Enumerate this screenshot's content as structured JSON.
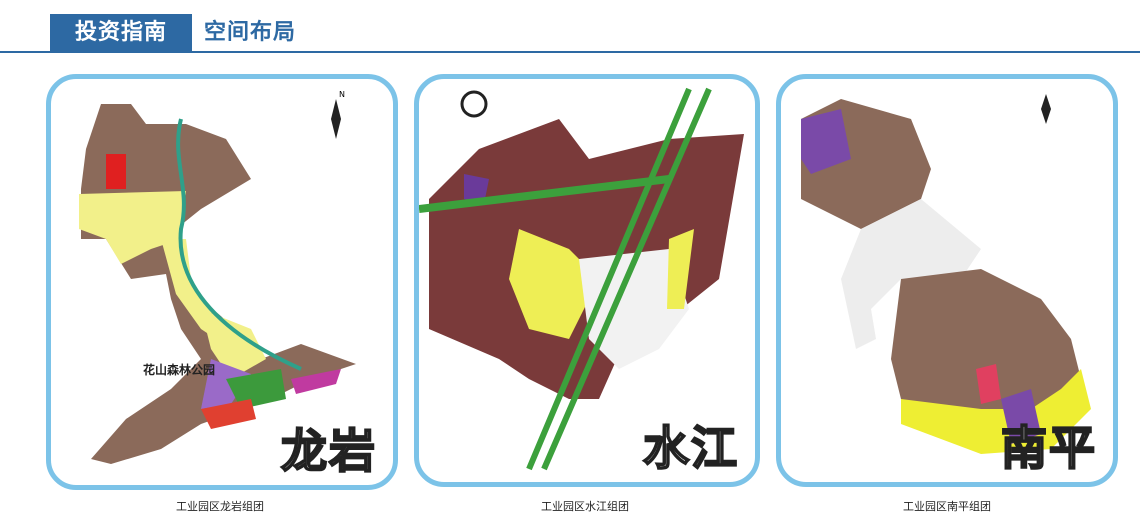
{
  "header": {
    "tab_label": "投资指南",
    "section_title": "空间布局"
  },
  "maps": [
    {
      "big_label": "龙岩",
      "caption": "工业园区龙岩组团",
      "park_label": "花山森林公园"
    },
    {
      "big_label": "水江",
      "caption": "工业园区水江组团"
    },
    {
      "big_label": "南平",
      "caption": "工业园区南平组团"
    }
  ],
  "colors": {
    "accent": "#2d69a3",
    "frame": "#7cc3e8",
    "industrial": "#8b6a5a",
    "residential": "#f2f08a",
    "green": "#3c9a3c",
    "industry_dark": "#7a3a3a"
  }
}
